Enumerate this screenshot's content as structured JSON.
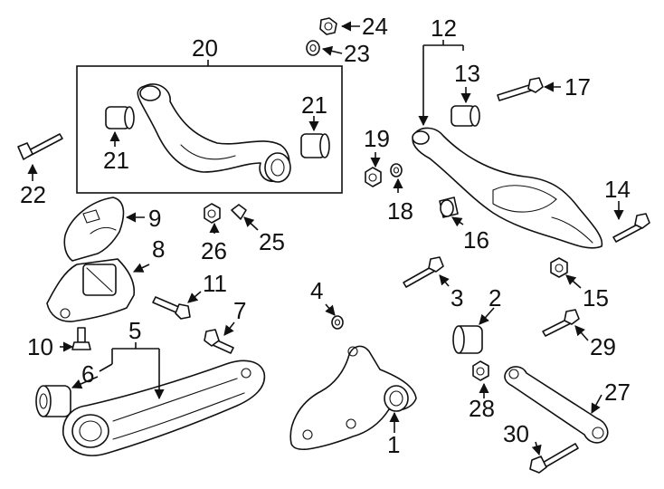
{
  "diagram": {
    "callouts": [
      "1",
      "2",
      "3",
      "4",
      "5",
      "6",
      "7",
      "8",
      "9",
      "10",
      "11",
      "12",
      "13",
      "14",
      "15",
      "16",
      "17",
      "18",
      "19",
      "20",
      "21",
      "21",
      "22",
      "23",
      "24",
      "25",
      "26",
      "27",
      "28",
      "29",
      "30"
    ]
  }
}
